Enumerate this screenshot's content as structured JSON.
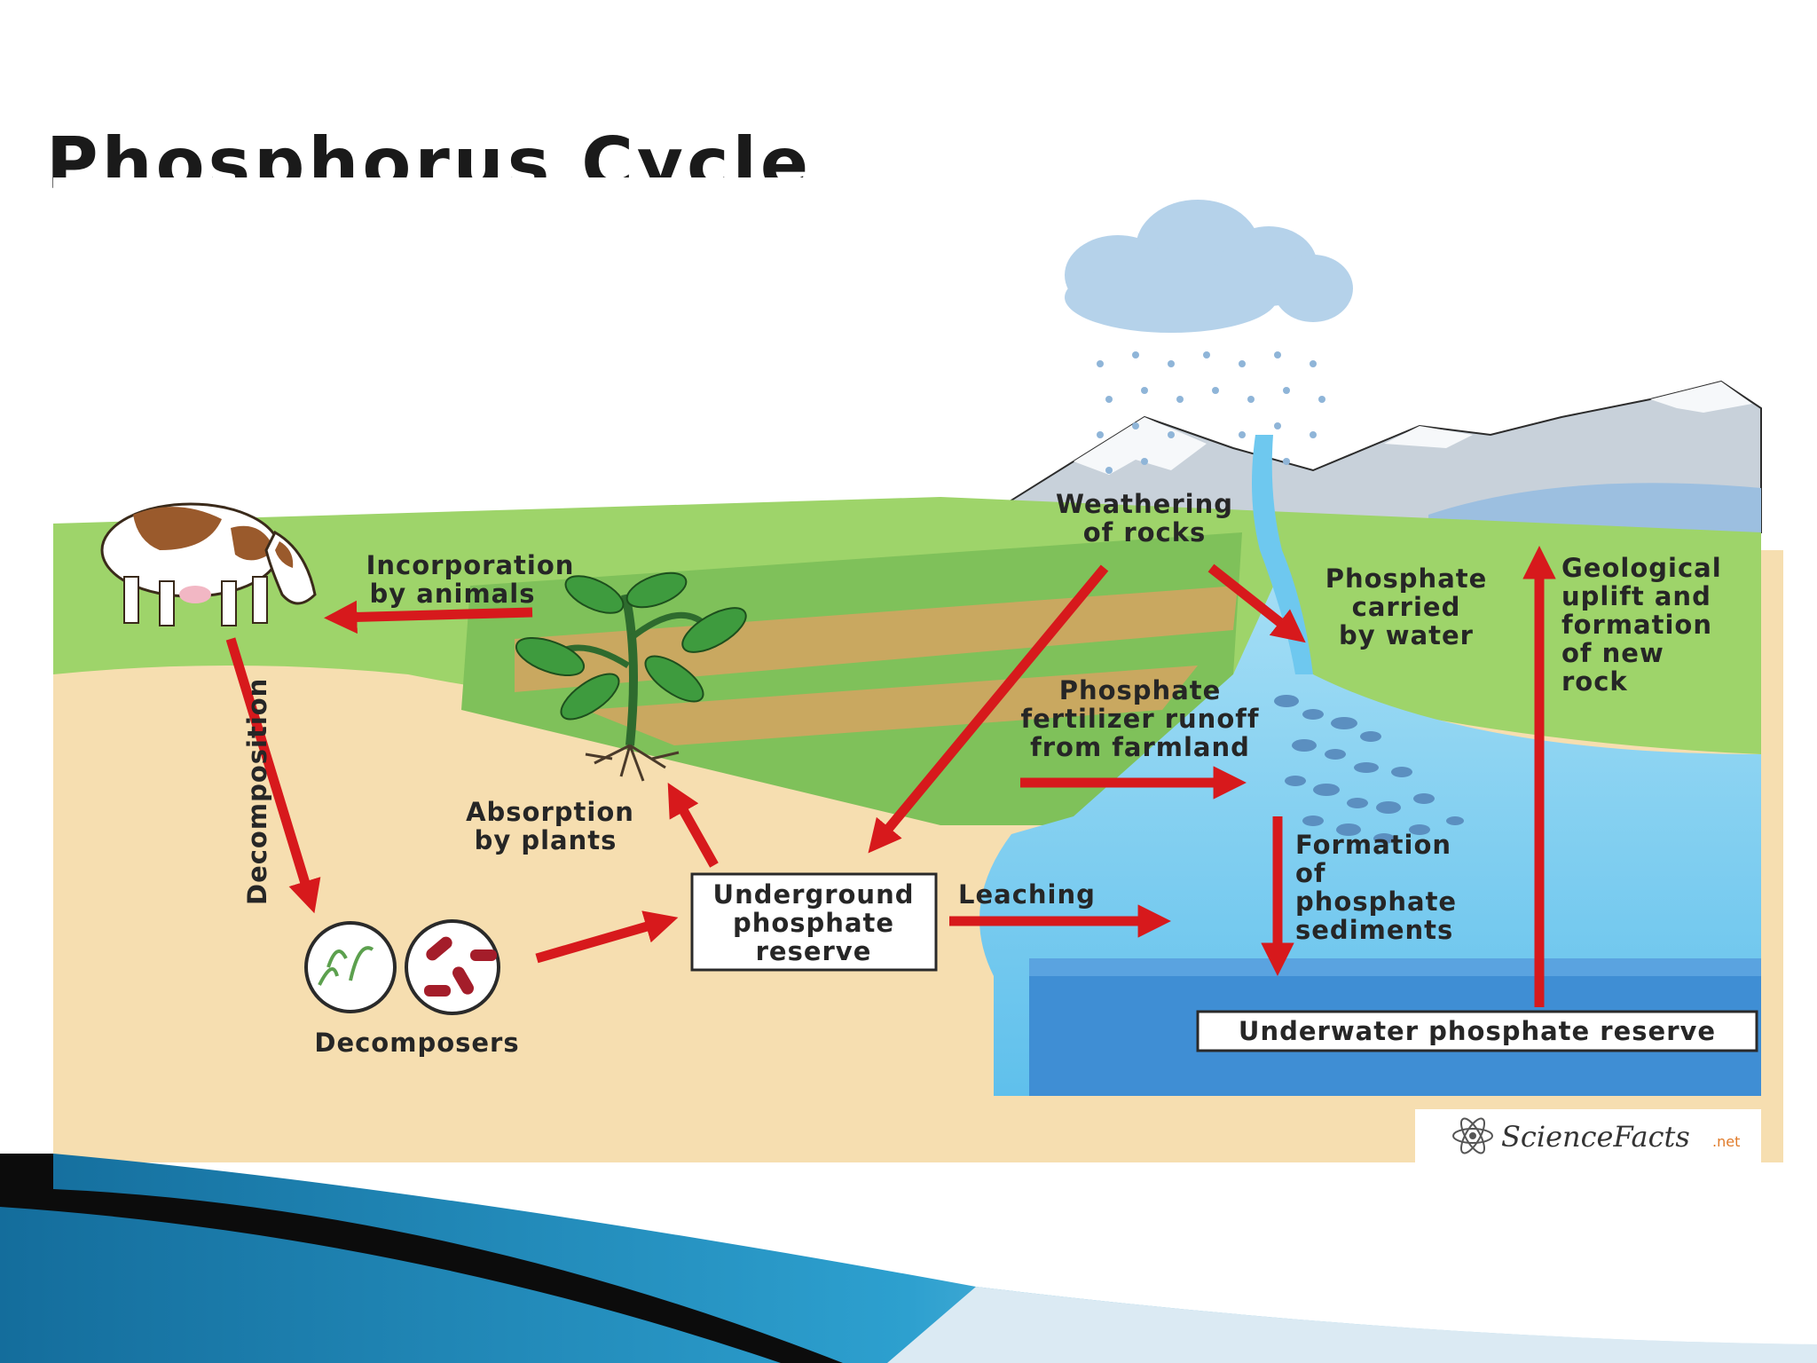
{
  "title": "Phosphorus Cycle",
  "labels": {
    "incorporation_1": "Incorporation",
    "incorporation_2": "by animals",
    "decomposition": "Decomposition",
    "decomposers": "Decomposers",
    "absorption_1": "Absorption",
    "absorption_2": "by plants",
    "underground_1": "Underground",
    "underground_2": "phosphate",
    "underground_3": "reserve",
    "leaching": "Leaching",
    "weathering_1": "Weathering",
    "weathering_2": "of rocks",
    "carried_1": "Phosphate",
    "carried_2": "carried",
    "carried_3": "by water",
    "runoff_1": "Phosphate",
    "runoff_2": "fertilizer runoff",
    "runoff_3": "from farmland",
    "sediments_1": "Formation",
    "sediments_2": "of",
    "sediments_3": "phosphate",
    "sediments_4": "sediments",
    "uplift_1": "Geological",
    "uplift_2": "uplift and",
    "uplift_3": "formation",
    "uplift_4": "of new",
    "uplift_5": "rock",
    "underwater": "Underwater phosphate reserve"
  },
  "watermark": "ScienceFacts",
  "watermark_suffix": ".net",
  "colors": {
    "arrow": "#d7191c",
    "soil": "#f6deb0",
    "grass": "#9ed46a",
    "water": "#6ec8ef",
    "deep_water": "#3f8ed4",
    "cloud": "#b5d2ea",
    "footer_dark": "#0c0c0c",
    "footer_blue": "#1d7fad"
  }
}
